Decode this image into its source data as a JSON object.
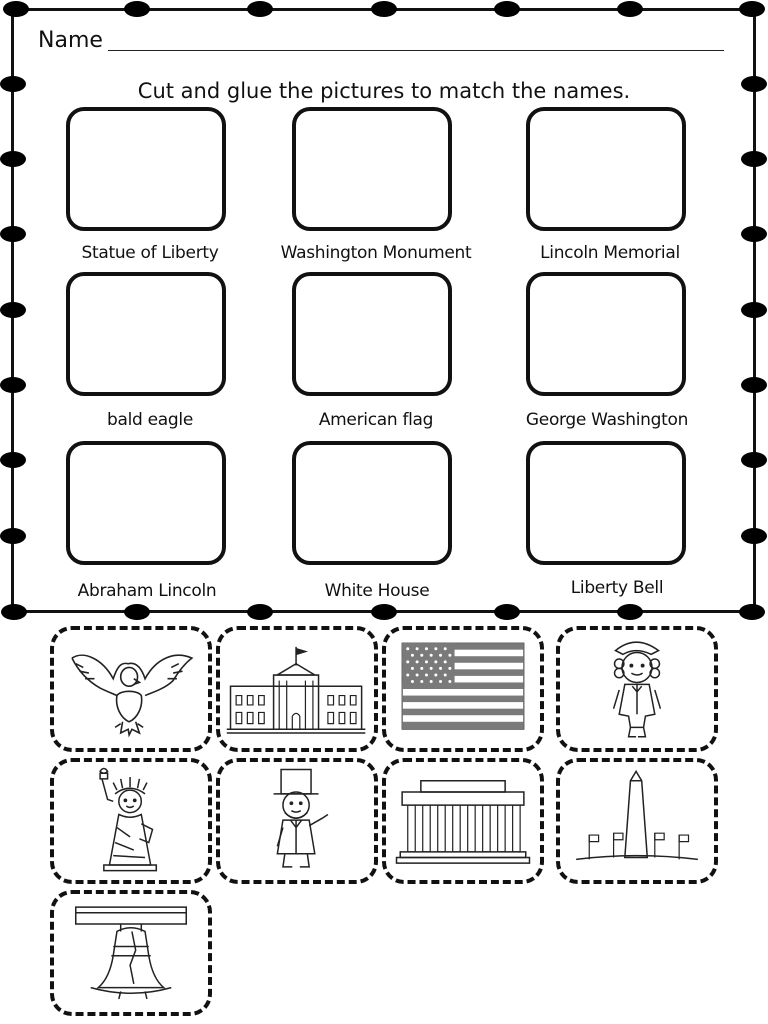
{
  "worksheet": {
    "name_label": "Name",
    "instructions": "Cut and glue the pictures to match the names.",
    "boxes": [
      {
        "label": "Statue of Liberty"
      },
      {
        "label": "Washington Monument"
      },
      {
        "label": "Lincoln Memorial"
      },
      {
        "label": "bald eagle"
      },
      {
        "label": "American flag"
      },
      {
        "label": "George Washington"
      },
      {
        "label": "Abraham Lincoln"
      },
      {
        "label": "White House"
      },
      {
        "label": "Liberty Bell"
      }
    ]
  },
  "cutouts": [
    {
      "icon": "bald-eagle-icon"
    },
    {
      "icon": "white-house-icon"
    },
    {
      "icon": "american-flag-icon"
    },
    {
      "icon": "george-washington-icon"
    },
    {
      "icon": "statue-of-liberty-icon"
    },
    {
      "icon": "abraham-lincoln-icon"
    },
    {
      "icon": "lincoln-memorial-icon"
    },
    {
      "icon": "washington-monument-icon"
    },
    {
      "icon": "liberty-bell-icon"
    }
  ]
}
